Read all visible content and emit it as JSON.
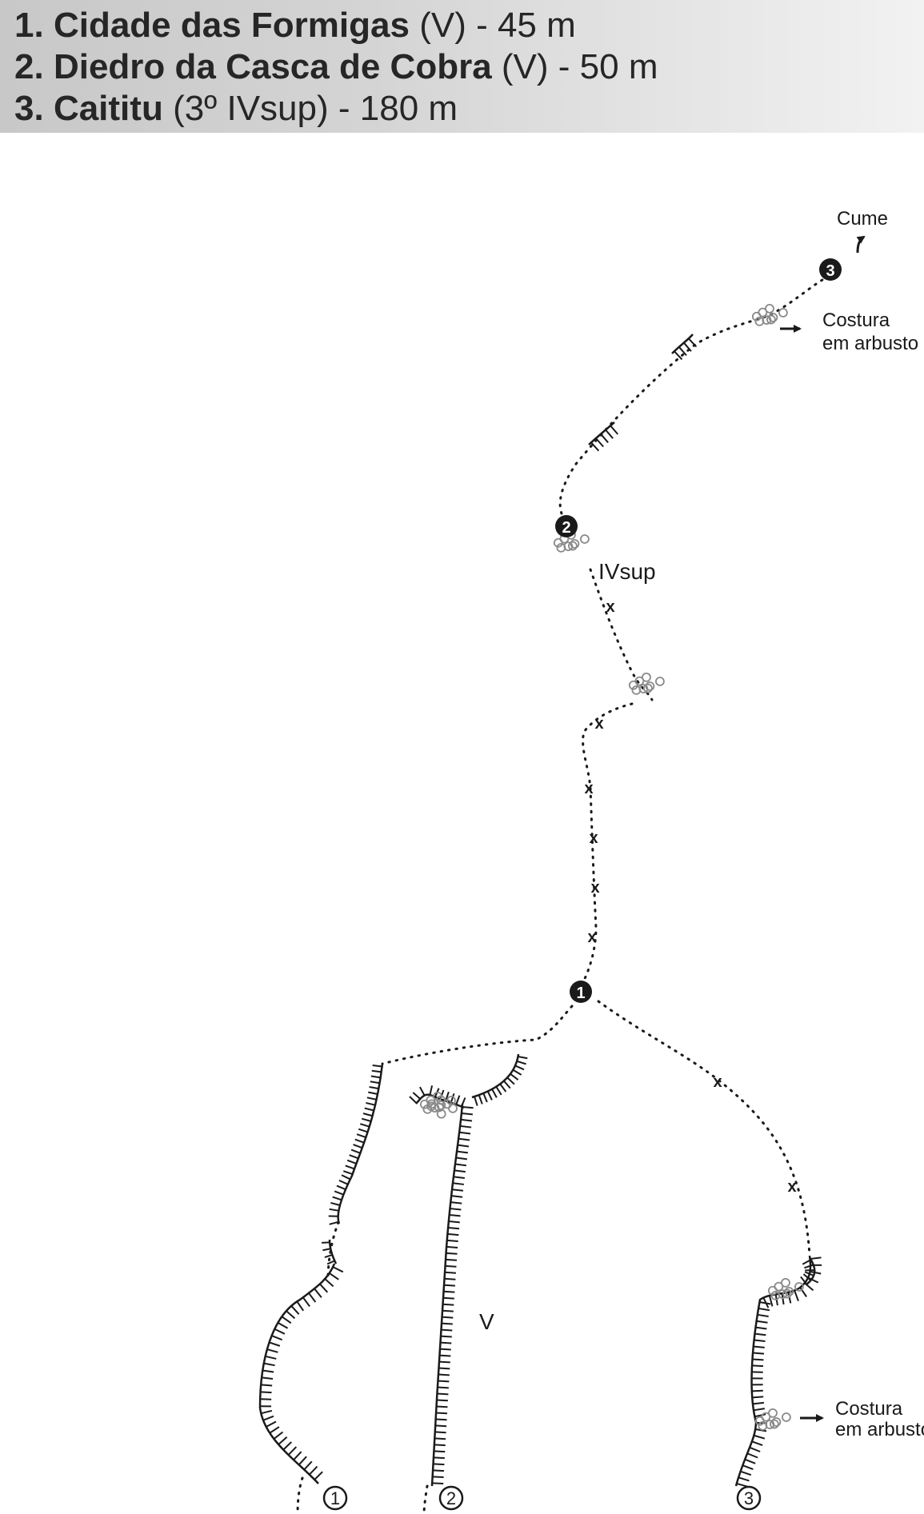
{
  "routes": [
    {
      "num": "1.",
      "name": "Cidade das Formigas",
      "grade": "(V)",
      "length": "- 45 m"
    },
    {
      "num": "2.",
      "name": "Diedro da Casca de Cobra",
      "grade": "(V)",
      "length": "- 50 m"
    },
    {
      "num": "3.",
      "name": "Caititu",
      "grade": "(3º IVsup)",
      "length": "- 180 m"
    }
  ],
  "labels": {
    "summit": "Cume",
    "bush_top_1": "Costura",
    "bush_top_2": "em arbusto",
    "bush_bottom_1": "Costura",
    "bush_bottom_2": "em arbusto",
    "grade_upper": "IVsup",
    "grade_lower": "V"
  },
  "belays": {
    "b1": "1",
    "b2": "2",
    "b3": "3"
  },
  "starts": {
    "s1": "1",
    "s2": "2",
    "s3": "3"
  },
  "bolt_mark": "x",
  "colors": {
    "ink": "#1a1a1a",
    "header_dark": "#c8c8c8",
    "header_light": "#f2f2f2",
    "bush": "#8a8a8a"
  }
}
